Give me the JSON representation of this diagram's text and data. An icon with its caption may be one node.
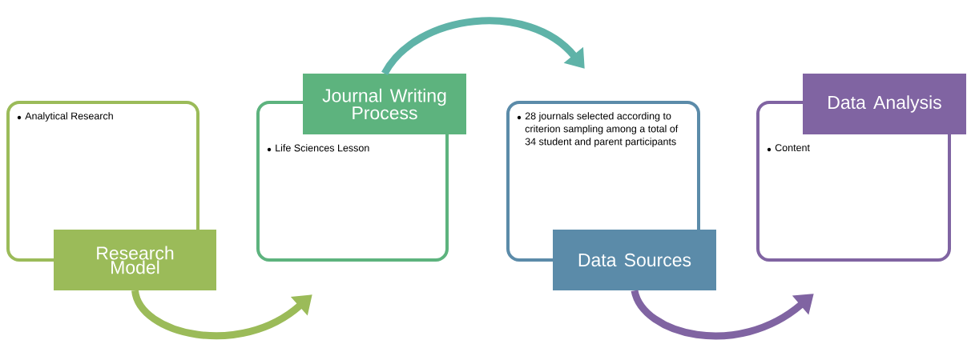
{
  "diagram": {
    "nodes": [
      {
        "text": [
          "Analytical Research"
        ]
      },
      {
        "text": [
          "Research Model"
        ]
      },
      {
        "text": [
          "Life Sciences Lesson"
        ]
      },
      {
        "text": [
          "Journal Writing Process"
        ]
      },
      {
        "text": [
          "28 journals selected according to criterion sampling among a total of 34 student and parent participants"
        ]
      },
      {
        "text": [
          "Data Sources"
        ]
      },
      {
        "text": [
          "Content"
        ]
      },
      {
        "text": [
          "Data Analysis"
        ]
      }
    ],
    "edges": [
      {
        "from": 1,
        "to": 2,
        "arrow": "to",
        "color": "#9bbb59"
      },
      {
        "from": 3,
        "to": 4,
        "arrow": "to",
        "color": "#5fb3a8"
      },
      {
        "from": 5,
        "to": 6,
        "arrow": "to",
        "color": "#8064a2"
      }
    ]
  }
}
